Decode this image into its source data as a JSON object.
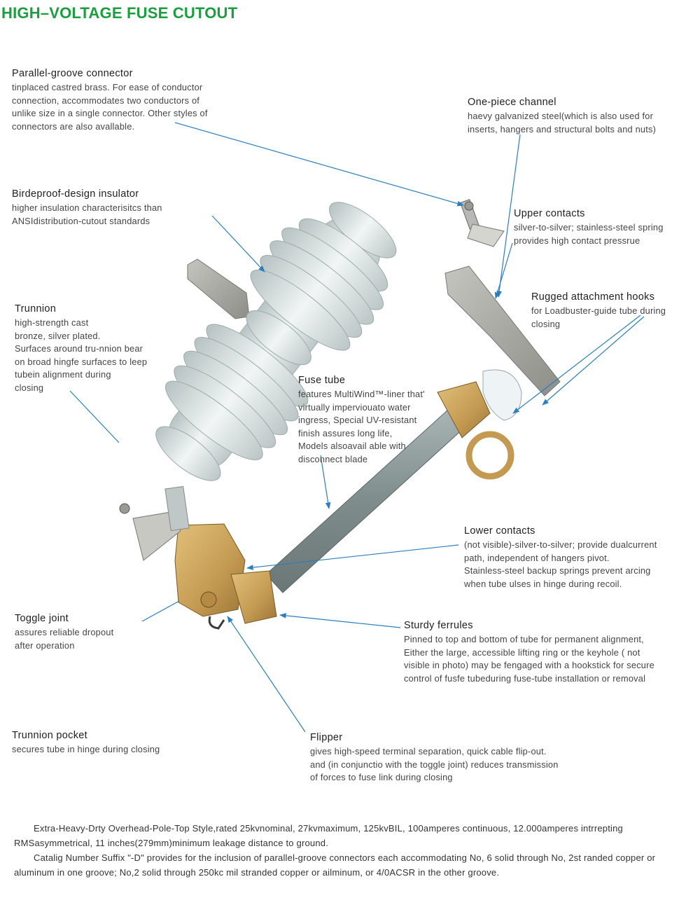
{
  "title": "HIGH–VOLTAGE FUSE CUTOUT",
  "callouts": {
    "parallel_groove": {
      "head": "Parallel-groove connector",
      "desc": "tinplaced castred brass. For ease of conductor\nconnection, accommodates two conductors of\nunlike size in a single connector. Other styles of\nconnectors are also avallable."
    },
    "one_piece_channel": {
      "head": "One-piece channel",
      "desc": "haevy galvanized steel(which is also used for\ninserts, hangers and structural bolts and nuts)"
    },
    "insulator": {
      "head": "Birdeproof-design insulator",
      "desc": "higher insulation characterisitcs than\nANSIdistribution-cutout standards"
    },
    "upper_contacts": {
      "head": "Upper contacts",
      "desc": "silver-to-silver; stainless-steel spring\nprovides high contact pressrue"
    },
    "hooks": {
      "head": "Rugged attachment hooks",
      "desc": "for Loadbuster-guide tube during\nclosing"
    },
    "trunnion": {
      "head": "Trunnion",
      "desc": "high-strength cast\nbronze, silver plated.\nSurfaces around tru-nnion bear\non broad hingfe surfaces to leep\ntubein alignment during\nclosing"
    },
    "fuse_tube": {
      "head": "Fuse tube",
      "desc": "features MultiWind™-liner that'\nvirtually imperviouato water\ningress, Special UV-resistant\nfinish assures long life,\nModels alsoavail able with\ndisconnect blade"
    },
    "lower_contacts": {
      "head": "Lower contacts",
      "desc": "(not visible)-silver-to-silver; provide dualcurrent\npath, independent of hangers pivot.\nStainless-steel backup springs prevent arcing\nwhen tube ulses in hinge during recoil."
    },
    "toggle_joint": {
      "head": "Toggle joint",
      "desc": "assures reliable dropout\nafter operation"
    },
    "ferrules": {
      "head": "Sturdy ferrules",
      "desc": "Pinned to top and bottom of tube for permanent alignment,\nEither the large, accessible lifting ring or the keyhole ( not\nvisible in photo) may be fengaged with a hookstick for secure\ncontrol of fusfe tubeduring fuse-tube installation or removal"
    },
    "trunnion_pocket": {
      "head": "Trunnion pocket",
      "desc": "secures tube in hinge during closing"
    },
    "flipper": {
      "head": "Flipper",
      "desc": "gives high-speed terminal separation, quick cable flip-out.\nand (in conjunctio with the toggle joint) reduces transmission\nof forces to fuse link during closing"
    }
  },
  "footer": {
    "p1": "Extra-Heavy-Drty Overhead-Pole-Top Style,rated 25kvnominal, 27kvmaximum, 125kvBIL, 100amperes continuous, 12.000amperes intrrepting RMSasymmetrical, 11 inches(279mm)minimum leakage distance to ground.",
    "p2": "Catalig Number Suffix \"-D\" provides for the inclusion of parallel-groove connectors each accommodating No, 6 solid through No, 2st randed copper or aluminum in one groove; No,2 solid through 250kc mil stranded copper or ailminum, or 4/0ACSR in the other groove."
  },
  "colors": {
    "title": "#1a9e3e",
    "leader": "#2a7fc0",
    "porcelain": "#e6ecec",
    "bronze": "#c9a15c",
    "tube": "#8f9c9c",
    "steel": "#a8a8a4"
  }
}
